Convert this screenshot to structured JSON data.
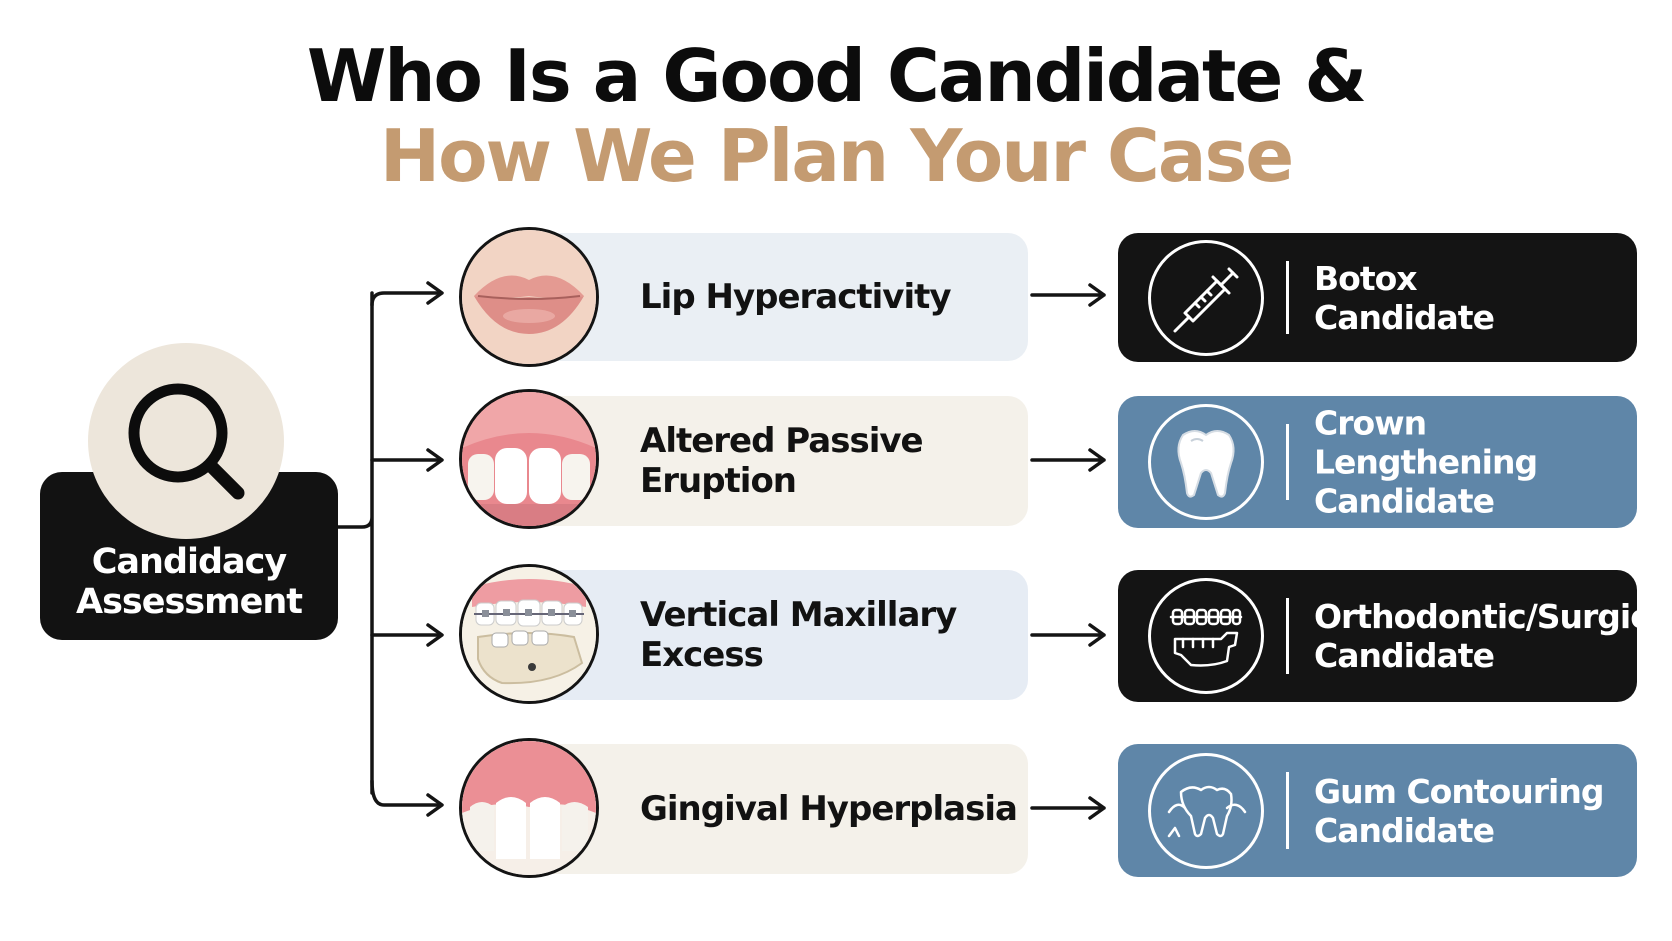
{
  "title": {
    "line1": "Who Is a Good Candidate &",
    "line2": "How We Plan Your Case"
  },
  "start": {
    "label": "Candidacy\nAssessment",
    "icon": "magnifier-icon"
  },
  "conditions": [
    {
      "label": "Lip Hyperactivity",
      "image": "lips-photo"
    },
    {
      "label": "Altered Passive\nEruption",
      "image": "gummy-smile-photo"
    },
    {
      "label": "Vertical Maxillary\nExcess",
      "image": "braces-jaw-photo"
    },
    {
      "label": "Gingival Hyperplasia",
      "image": "gum-overgrowth-photo"
    }
  ],
  "outcomes": [
    {
      "label": "Botox\nCandidate",
      "icon": "syringe-icon",
      "color": "#141414"
    },
    {
      "label": "Crown Lengthening\nCandidate",
      "icon": "tooth-icon",
      "color": "#5f86a8"
    },
    {
      "label": "Orthodontic/Surgical\nCandidate",
      "icon": "braces-jaw-icon",
      "color": "#141414"
    },
    {
      "label": "Gum Contouring\nCandidate",
      "icon": "gum-tooth-icon",
      "color": "#5f86a8"
    }
  ],
  "colors": {
    "title_dark": "#0c0c0c",
    "title_accent": "#c49b71",
    "node_dark": "#141414",
    "node_blue": "#5f86a8"
  }
}
